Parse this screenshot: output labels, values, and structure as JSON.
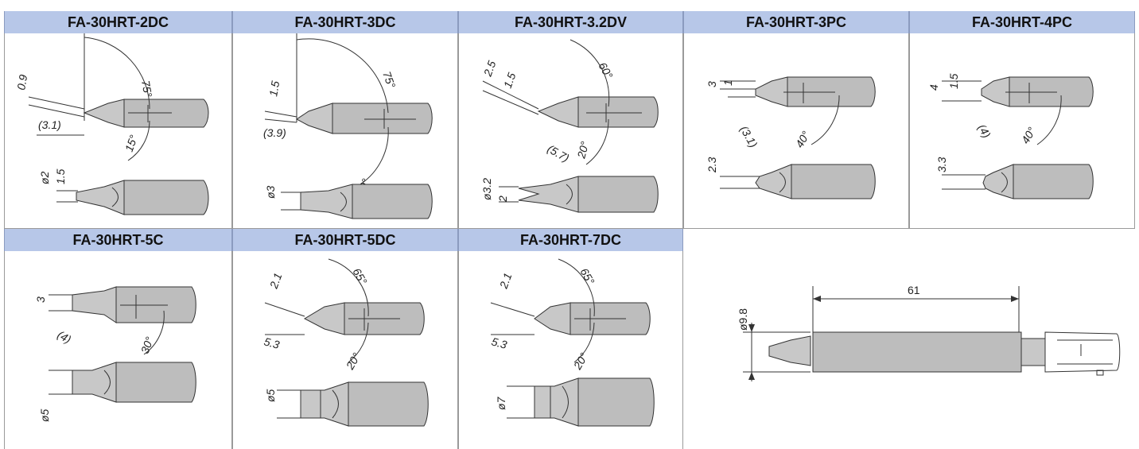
{
  "tips": [
    {
      "model": "FA-30HRT-2DC",
      "dims": [
        "0.9",
        "(3.1)",
        "75°",
        "15°",
        "ø2",
        "1.5"
      ]
    },
    {
      "model": "FA-30HRT-3DC",
      "dims": [
        "1.5",
        "(3.9)",
        "75°",
        "20°",
        "ø3"
      ]
    },
    {
      "model": "FA-30HRT-3.2DV",
      "dims": [
        "2.5",
        "1.5",
        "60°",
        "(5.7)",
        "20°",
        "ø3.2",
        "2"
      ]
    },
    {
      "model": "FA-30HRT-3PC",
      "dims": [
        "3",
        "1",
        "(3.1)",
        "40°",
        "2.3"
      ]
    },
    {
      "model": "FA-30HRT-4PC",
      "dims": [
        "4",
        "1.5",
        "(4)",
        "40°",
        "3.3"
      ]
    },
    {
      "model": "FA-30HRT-5C",
      "dims": [
        "3",
        "(4)",
        "30°",
        "ø5"
      ]
    },
    {
      "model": "FA-30HRT-5DC",
      "dims": [
        "2.1",
        "65°",
        "5.3",
        "20°",
        "ø5"
      ]
    },
    {
      "model": "FA-30HRT-7DC",
      "dims": [
        "2.1",
        "65°",
        "5.3",
        "20°",
        "ø7"
      ]
    }
  ],
  "overall": {
    "length": "61",
    "diameter": "ø9.8"
  }
}
